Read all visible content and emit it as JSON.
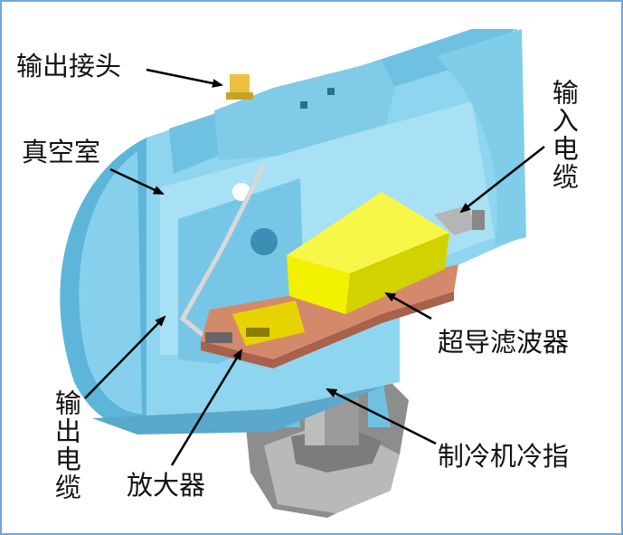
{
  "labels": {
    "output_connector": "输出接头",
    "vacuum_chamber": "真空室",
    "input_cable": "输入电缆",
    "output_cable": "输出电缆",
    "superconducting_filter": "超导滤波器",
    "amplifier": "放大器",
    "cryocooler_cold_finger": "制冷机冷指"
  },
  "colors": {
    "chamber": "#86d3ee",
    "chamber_dark": "#5ab3d6",
    "filter": "#f2f200",
    "plate": "#d48a6a",
    "cold_finger": "#a7a7a7",
    "frame": "#6fa8dc"
  }
}
